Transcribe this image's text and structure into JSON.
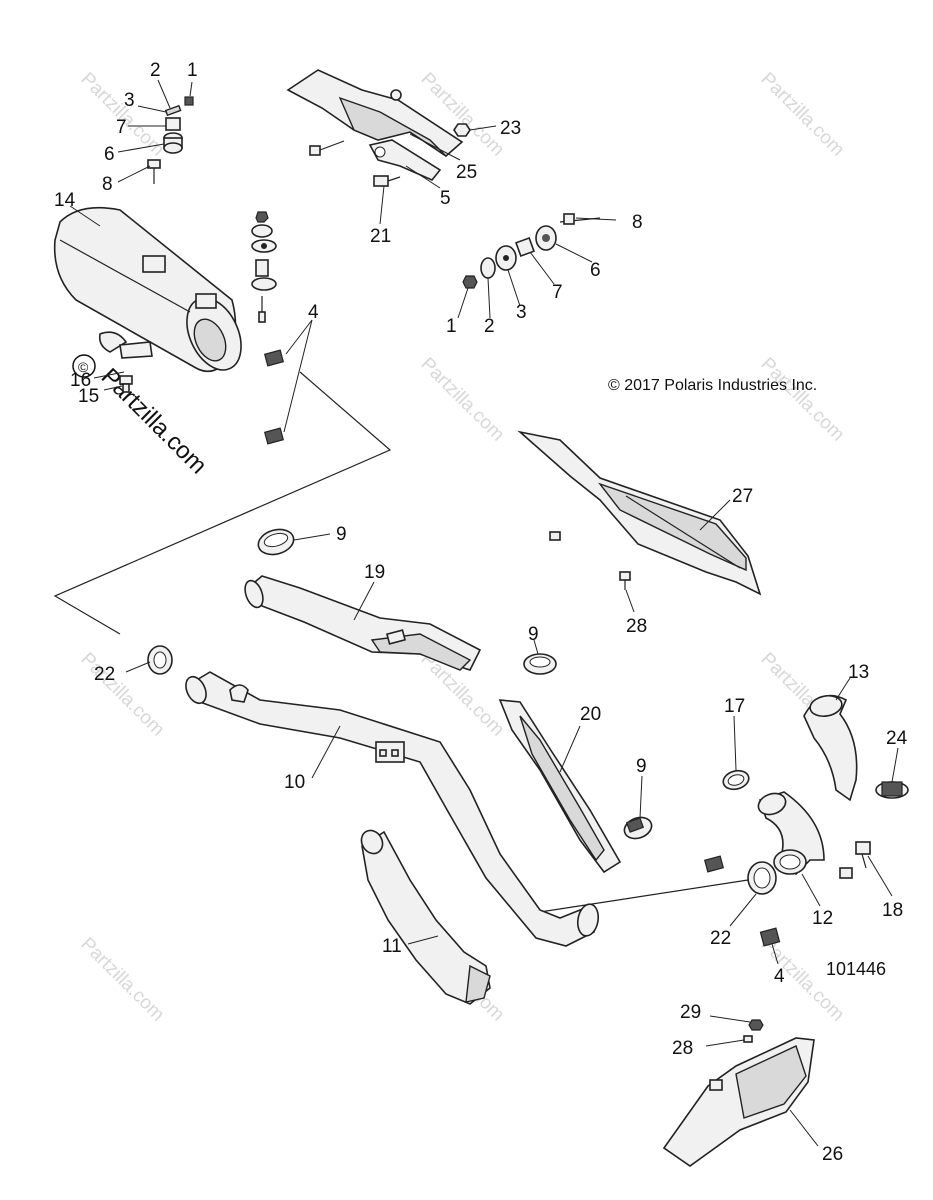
{
  "copyright": "© 2017 Polaris Industries Inc.",
  "diagram_number": "101446",
  "watermark": "Partzilla.com",
  "watermark_symbol": "©",
  "callouts": [
    {
      "id": "c1a",
      "label": "1"
    },
    {
      "id": "c2a",
      "label": "2"
    },
    {
      "id": "c3a",
      "label": "3"
    },
    {
      "id": "c7a",
      "label": "7"
    },
    {
      "id": "c6a",
      "label": "6"
    },
    {
      "id": "c8a",
      "label": "8"
    },
    {
      "id": "c14",
      "label": "14"
    },
    {
      "id": "c16",
      "label": "16"
    },
    {
      "id": "c15",
      "label": "15"
    },
    {
      "id": "c4a",
      "label": "4"
    },
    {
      "id": "c23",
      "label": "23"
    },
    {
      "id": "c25",
      "label": "25"
    },
    {
      "id": "c5",
      "label": "5"
    },
    {
      "id": "c21",
      "label": "21"
    },
    {
      "id": "c8b",
      "label": "8"
    },
    {
      "id": "c6b",
      "label": "6"
    },
    {
      "id": "c7b",
      "label": "7"
    },
    {
      "id": "c3b",
      "label": "3"
    },
    {
      "id": "c2b",
      "label": "2"
    },
    {
      "id": "c1b",
      "label": "1"
    },
    {
      "id": "c27",
      "label": "27"
    },
    {
      "id": "c28a",
      "label": "28"
    },
    {
      "id": "c9a",
      "label": "9"
    },
    {
      "id": "c19",
      "label": "19"
    },
    {
      "id": "c9b",
      "label": "9"
    },
    {
      "id": "c22a",
      "label": "22"
    },
    {
      "id": "c13",
      "label": "13"
    },
    {
      "id": "c17",
      "label": "17"
    },
    {
      "id": "c24",
      "label": "24"
    },
    {
      "id": "c20",
      "label": "20"
    },
    {
      "id": "c9c",
      "label": "9"
    },
    {
      "id": "c10",
      "label": "10"
    },
    {
      "id": "c18",
      "label": "18"
    },
    {
      "id": "c12",
      "label": "12"
    },
    {
      "id": "c22b",
      "label": "22"
    },
    {
      "id": "c11",
      "label": "11"
    },
    {
      "id": "c4b",
      "label": "4"
    },
    {
      "id": "c29",
      "label": "29"
    },
    {
      "id": "c28b",
      "label": "28"
    },
    {
      "id": "c26",
      "label": "26"
    }
  ]
}
